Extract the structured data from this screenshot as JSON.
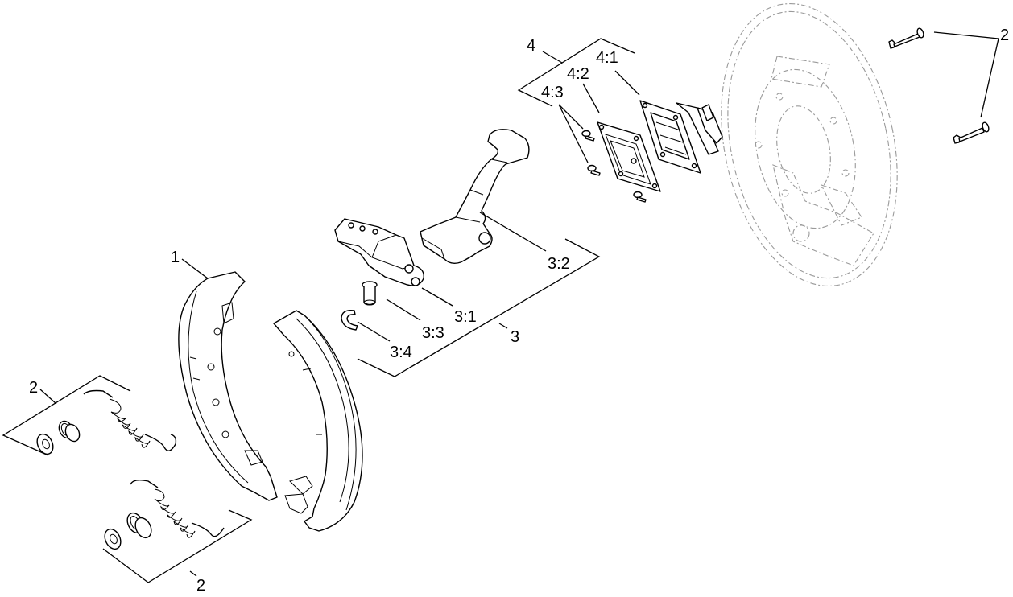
{
  "callouts": {
    "part_1": "1",
    "springs_upper": "2",
    "springs_lower": "2",
    "bolts": "2",
    "group_3": "3",
    "part_3_1": "3:1",
    "part_3_2": "3:2",
    "part_3_3": "3:3",
    "part_3_4": "3:4",
    "group_4": "4",
    "part_4_1": "4:1",
    "part_4_2": "4:2",
    "part_4_3": "4:3"
  }
}
